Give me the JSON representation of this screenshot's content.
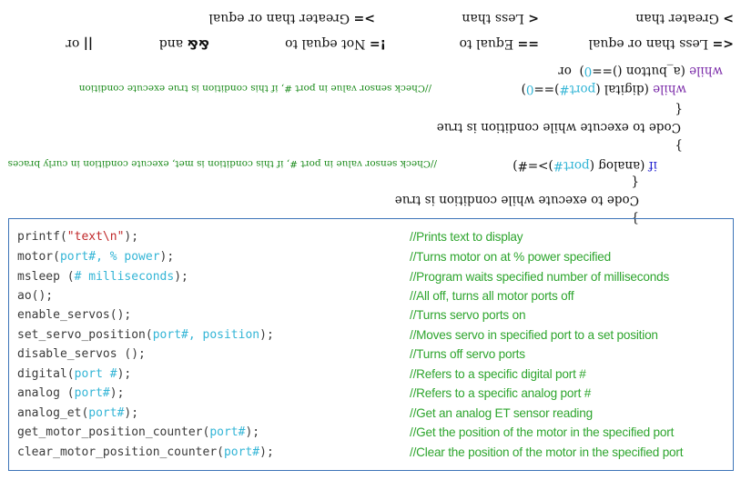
{
  "flipped_section": {
    "block1": {
      "open_brace": "{",
      "body": "Code to execute while condition is true",
      "close_brace": "}",
      "if_kw": "if",
      "if_rest_a": " (analog (",
      "if_port": "port#",
      "if_rest_b": ")>=#)",
      "comment": "//Check sensor value in port #, if this condition is met, execute condition in curly braces"
    },
    "block2": {
      "open_brace": "{",
      "body": "Code to execute while condition is true",
      "close_brace": "}",
      "while1_kw": "while",
      "while1_a": " (digital (",
      "while1_port": "port#",
      "while1_b": ")==",
      "while1_zero": "0",
      "while1_c": ")",
      "comment": "//Check sensor value in port #, if this condition is true execute condition",
      "or_word": "or",
      "while2_kw": "while",
      "while2_a": " (a_button ()==",
      "while2_zero": "0",
      "while2_b": ")"
    },
    "operators_row1": [
      {
        "sym": "<=",
        "text": " Less than or equal"
      },
      {
        "sym": "==",
        "text": " Equal to"
      },
      {
        "sym": "!=",
        "text": " Not equal to"
      },
      {
        "sym": "&&",
        "text": " and"
      },
      {
        "sym": "||",
        "text": " or"
      }
    ],
    "operators_row2": [
      {
        "sym": ">",
        "text": " Greater than"
      },
      {
        "sym": "<",
        "text": " Less than"
      },
      {
        "sym": ">=",
        "text": " Greater than or equal"
      }
    ]
  },
  "reference": [
    {
      "fn": "printf(",
      "arg": "\"text\\n\"",
      "arg_color": "string",
      "end": ");",
      "desc": "//Prints text to display"
    },
    {
      "fn": "motor(",
      "arg": "port#, % power",
      "arg_color": "param",
      "end": ");",
      "desc": "//Turns motor on at % power specified"
    },
    {
      "fn": "msleep (",
      "arg": "# milliseconds",
      "arg_color": "param",
      "end": ");",
      "desc": "//Program waits specified number of milliseconds"
    },
    {
      "fn": "ao();",
      "arg": "",
      "arg_color": "param",
      "end": "",
      "desc": "//All off, turns all motor ports off"
    },
    {
      "fn": "enable_servos();",
      "arg": "",
      "arg_color": "param",
      "end": "",
      "desc": "//Turns servo ports on"
    },
    {
      "fn": "set_servo_position(",
      "arg": "port#, position",
      "arg_color": "param",
      "end": ");",
      "desc": "//Moves servo in specified port to a set position"
    },
    {
      "fn": "disable_servos ();",
      "arg": "",
      "arg_color": "param",
      "end": "",
      "desc": "//Turns off servo ports"
    },
    {
      "fn": "digital(",
      "arg": "port #",
      "arg_color": "param",
      "end": ");",
      "desc": "//Refers to a specific digital port #"
    },
    {
      "fn": "analog (",
      "arg": "port#",
      "arg_color": "param",
      "end": ");",
      "desc": "//Refers to a specific analog port #"
    },
    {
      "fn": "analog_et(",
      "arg": "port#",
      "arg_color": "param",
      "end": ");",
      "desc": "//Get an analog ET sensor reading"
    },
    {
      "fn": "get_motor_position_counter(",
      "arg": "port#",
      "arg_color": "param",
      "end": ");",
      "desc": "//Get the position of the motor in the specified port"
    },
    {
      "fn": "clear_motor_position_counter(",
      "arg": "port#",
      "arg_color": "param",
      "end": ");",
      "desc": "//Clear the position of the motor in the specified port"
    }
  ],
  "colors": {
    "border": "#3d74b8",
    "comment_green": "#2ea52e",
    "param_cyan": "#33b5d6",
    "string_red": "#c0282a",
    "keyword_blue": "#2020d0"
  }
}
